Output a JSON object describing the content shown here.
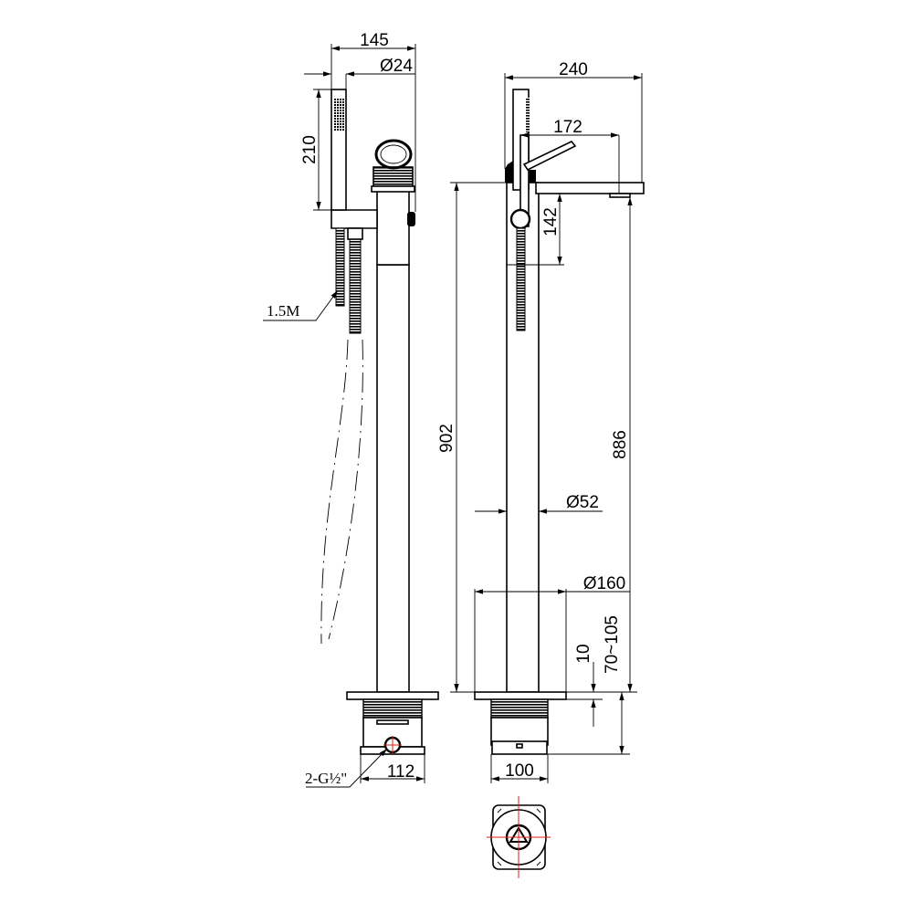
{
  "drawing": {
    "side_view": {
      "dimensions": {
        "overall_reach": "145",
        "handset_diameter": "Ø24",
        "handset_length": "210",
        "hose_length": "1.5M",
        "inlet_connection": "2-G½\"",
        "box_width": "112"
      }
    },
    "front_view": {
      "dimensions": {
        "spout_reach": "240",
        "lever_reach": "172",
        "spout_to_holder": "142",
        "overall_height": "902",
        "spout_height": "886",
        "column_diameter": "Ø52",
        "base_diameter": "Ø160",
        "plate_offset": "10",
        "install_depth": "70~105",
        "box_width": "100"
      }
    },
    "colors": {
      "line": "#000000",
      "centerline": "#dd2211"
    }
  }
}
